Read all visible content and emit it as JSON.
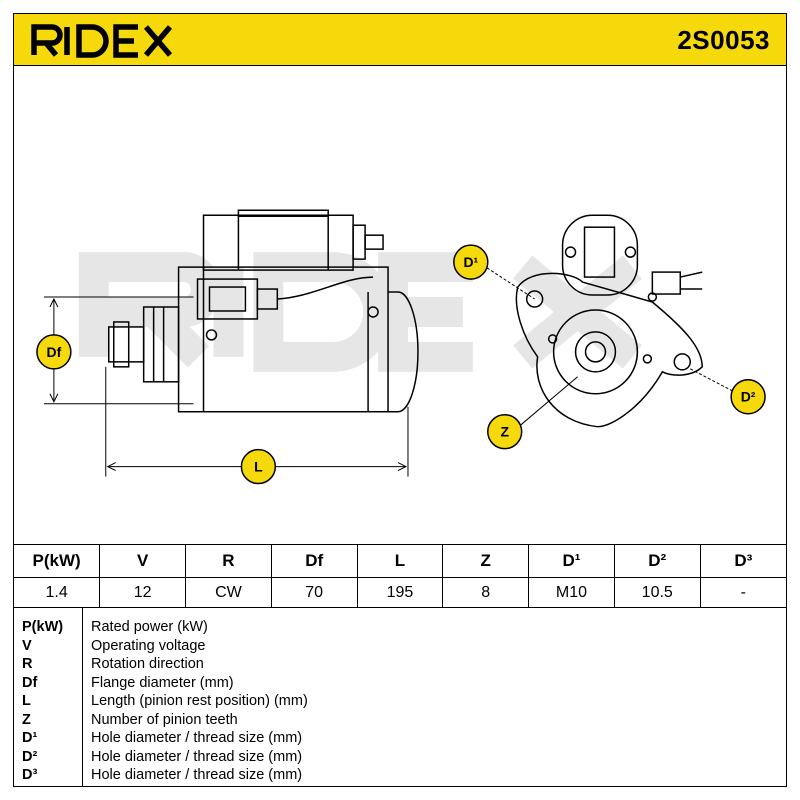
{
  "header": {
    "brand": "RIDEX",
    "part_number": "2S0053",
    "brand_color": "#f5d90a"
  },
  "drawing": {
    "labels": {
      "df": "Df",
      "l": "L",
      "d1": "D¹",
      "d2": "D²",
      "z": "Z"
    },
    "watermark": "RIDEX"
  },
  "spec_table": {
    "headers": [
      "P(kW)",
      "V",
      "R",
      "Df",
      "L",
      "Z",
      "D¹",
      "D²",
      "D³"
    ],
    "values": [
      "1.4",
      "12",
      "CW",
      "70",
      "195",
      "8",
      "M10",
      "10.5",
      "-"
    ]
  },
  "legend": [
    {
      "key": "P(kW)",
      "desc": "Rated power (kW)"
    },
    {
      "key": "V",
      "desc": "Operating voltage"
    },
    {
      "key": "R",
      "desc": "Rotation direction"
    },
    {
      "key": "Df",
      "desc": "Flange diameter (mm)"
    },
    {
      "key": "L",
      "desc": "Length (pinion rest position) (mm)"
    },
    {
      "key": "Z",
      "desc": "Number of pinion teeth"
    },
    {
      "key": "D¹",
      "desc": "Hole diameter / thread size (mm)"
    },
    {
      "key": "D²",
      "desc": "Hole diameter / thread size (mm)"
    },
    {
      "key": "D³",
      "desc": "Hole diameter / thread size (mm)"
    }
  ]
}
